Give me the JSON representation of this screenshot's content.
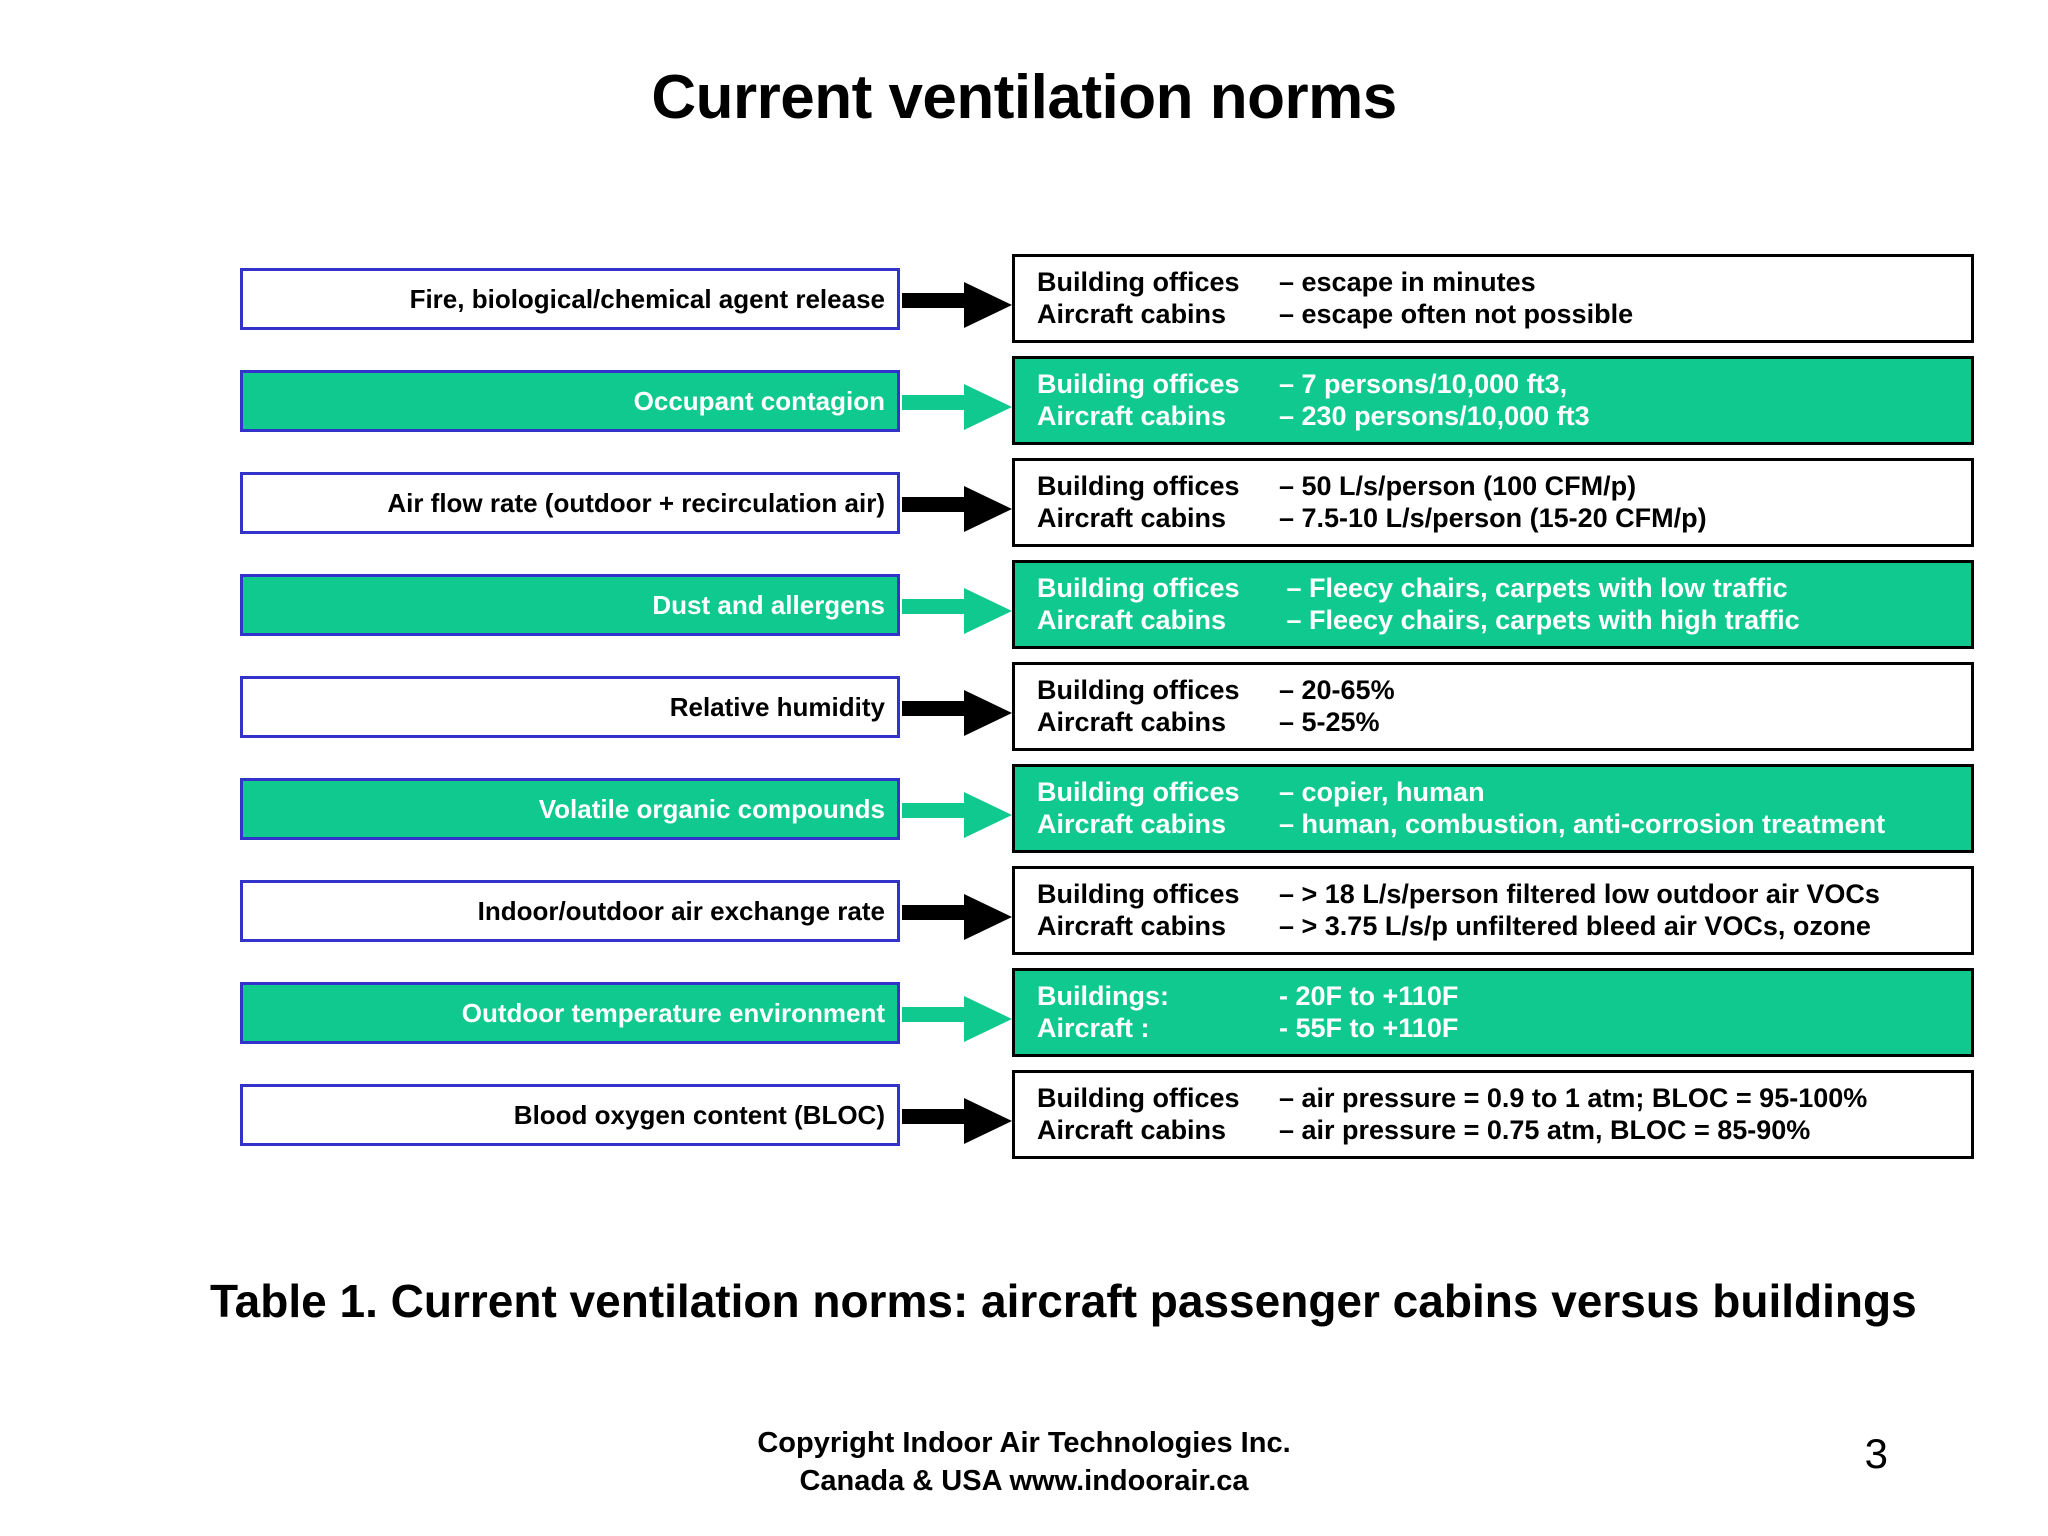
{
  "slide": {
    "title": "Current ventilation norms",
    "page_number": "3",
    "caption": "Table  1.  Current ventilation norms: aircraft passenger cabins versus buildings",
    "footer_line1": "Copyright Indoor Air Technologies Inc.",
    "footer_line2": "Canada & USA www.indoorair.ca"
  },
  "colors": {
    "green_fill": "#10c98e",
    "blue_border": "#3333cc",
    "black": "#000000",
    "white": "#ffffff"
  },
  "rows": [
    {
      "style": "white",
      "label": "Fire, biological/chemical agent release",
      "arrow": "arrow-right-black-icon",
      "lines": [
        {
          "lead": "Building offices",
          "text": "– escape in minutes"
        },
        {
          "lead": "Aircraft cabins",
          "text": "– escape often not possible"
        }
      ]
    },
    {
      "style": "green",
      "label": "Occupant contagion",
      "arrow": "arrow-right-green-icon",
      "lines": [
        {
          "lead": "Building offices",
          "text": "–  7 persons/10,000 ft3,"
        },
        {
          "lead": "Aircraft cabins",
          "text": "–  230 persons/10,000 ft3"
        }
      ]
    },
    {
      "style": "white",
      "label": "Air flow rate (outdoor + recirculation air)",
      "arrow": "arrow-right-black-icon",
      "lines": [
        {
          "lead": "Building offices",
          "text": "–  50 L/s/person (100 CFM/p)"
        },
        {
          "lead": "Aircraft cabins",
          "text": "–  7.5-10 L/s/person (15-20 CFM/p)"
        }
      ]
    },
    {
      "style": "green",
      "label": "Dust and allergens",
      "arrow": "arrow-right-green-icon",
      "lines": [
        {
          "lead": "Building offices",
          "text": " –  Fleecy chairs, carpets with low  traffic"
        },
        {
          "lead": "Aircraft cabins",
          "text": " –  Fleecy chairs, carpets with high traffic"
        }
      ]
    },
    {
      "style": "white",
      "label": "Relative humidity",
      "arrow": "arrow-right-black-icon",
      "lines": [
        {
          "lead": "Building offices",
          "text": "–  20-65%"
        },
        {
          "lead": "Aircraft cabins",
          "text": "–   5-25%"
        }
      ]
    },
    {
      "style": "green",
      "label": "Volatile organic compounds",
      "arrow": "arrow-right-green-icon",
      "lines": [
        {
          "lead": "Building offices",
          "text": "–  copier, human"
        },
        {
          "lead": "Aircraft cabins",
          "text": "–  human, combustion,  anti-corrosion treatment"
        }
      ]
    },
    {
      "style": "white",
      "label": "Indoor/outdoor air exchange rate",
      "arrow": "arrow-right-black-icon",
      "lines": [
        {
          "lead": "Building offices",
          "text": "–  > 18 L/s/person filtered low outdoor air VOCs"
        },
        {
          "lead": "Aircraft cabins",
          "text": "–  > 3.75 L/s/p unfiltered bleed air VOCs, ozone"
        }
      ]
    },
    {
      "style": "green",
      "label": "Outdoor temperature  environment",
      "arrow": "arrow-right-green-icon",
      "lines": [
        {
          "lead": "Buildings:",
          "text": "- 20F to +110F"
        },
        {
          "lead": "Aircraft :",
          "text": "- 55F to +110F"
        }
      ]
    },
    {
      "style": "white",
      "label": "Blood oxygen content (BLOC)",
      "arrow": "arrow-right-black-icon",
      "lines": [
        {
          "lead": "Building offices",
          "text": "–  air pressure = 0.9 to 1 atm; BLOC = 95-100%"
        },
        {
          "lead": "Aircraft cabins",
          "text": "–  air pressure = 0.75 atm, BLOC = 85-90%"
        }
      ]
    }
  ]
}
